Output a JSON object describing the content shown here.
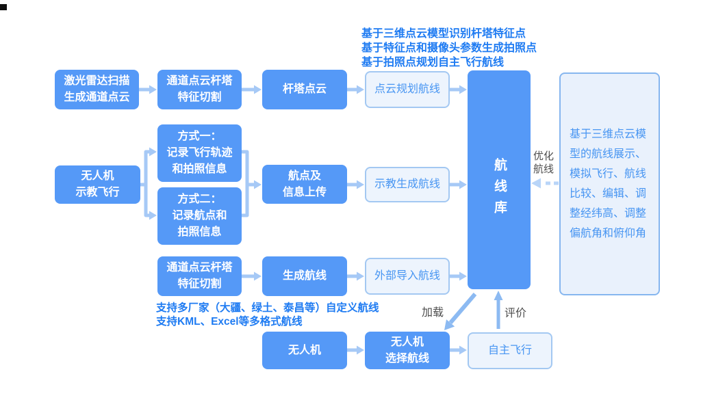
{
  "top_annotation": {
    "lines": [
      "基于三维点云模型识别杆塔特征点",
      "基于特征点和摄像头参数生成拍照点",
      "基于拍照点规划自主飞行航线"
    ]
  },
  "nodes": {
    "lidar_scan": "激光雷达扫描\n生成通道点云",
    "corridor_cloud_cut_top": "通道点云杆塔\n特征切割",
    "tower_cloud": "杆塔点云",
    "cloud_plan_route": "点云规划航线",
    "drone_teach_flight": "无人机\n示教飞行",
    "method_one": "方式一：\n记录飞行轨迹\n和拍照信息",
    "method_two": "方式二：\n记录航点和\n拍照信息",
    "waypoint_info_upload": "航点及\n信息上传",
    "teach_generate_route": "示教生成航线",
    "corridor_cloud_cut_bottom": "通道点云杆塔\n特征切割",
    "generate_route": "生成航线",
    "external_import_route": "外部导入航线",
    "drone": "无人机",
    "drone_select_route": "无人机\n选择航线",
    "auto_flight": "自主飞行",
    "route_library": "航线库"
  },
  "bottom_annotation": {
    "lines": [
      "支持多厂家（大疆、绿土、泰昌等）自定义航线",
      "支持KML、Excel等多格式航线"
    ]
  },
  "edge_labels": {
    "optimize_route": "优化\n航线",
    "load": "加载",
    "evaluate": "评价"
  },
  "right_panel": {
    "text": "基于三维点云模型的航线展示、模拟飞行、航线比较、编辑、调整经纬高、调整偏航角和俯仰角"
  },
  "colors": {
    "solid_box": "#5599f7",
    "light_box_fill": "#edf4fd",
    "light_box_border": "#a3c8f2",
    "annotation_text": "#1e7bf2",
    "light_box_text": "#4795f2",
    "arrow": "#a6c9f6",
    "arrow_strong": "#8cbaf2",
    "arrow_dashed": "#b9d5f8",
    "edge_label_text": "#4d4d4d"
  }
}
